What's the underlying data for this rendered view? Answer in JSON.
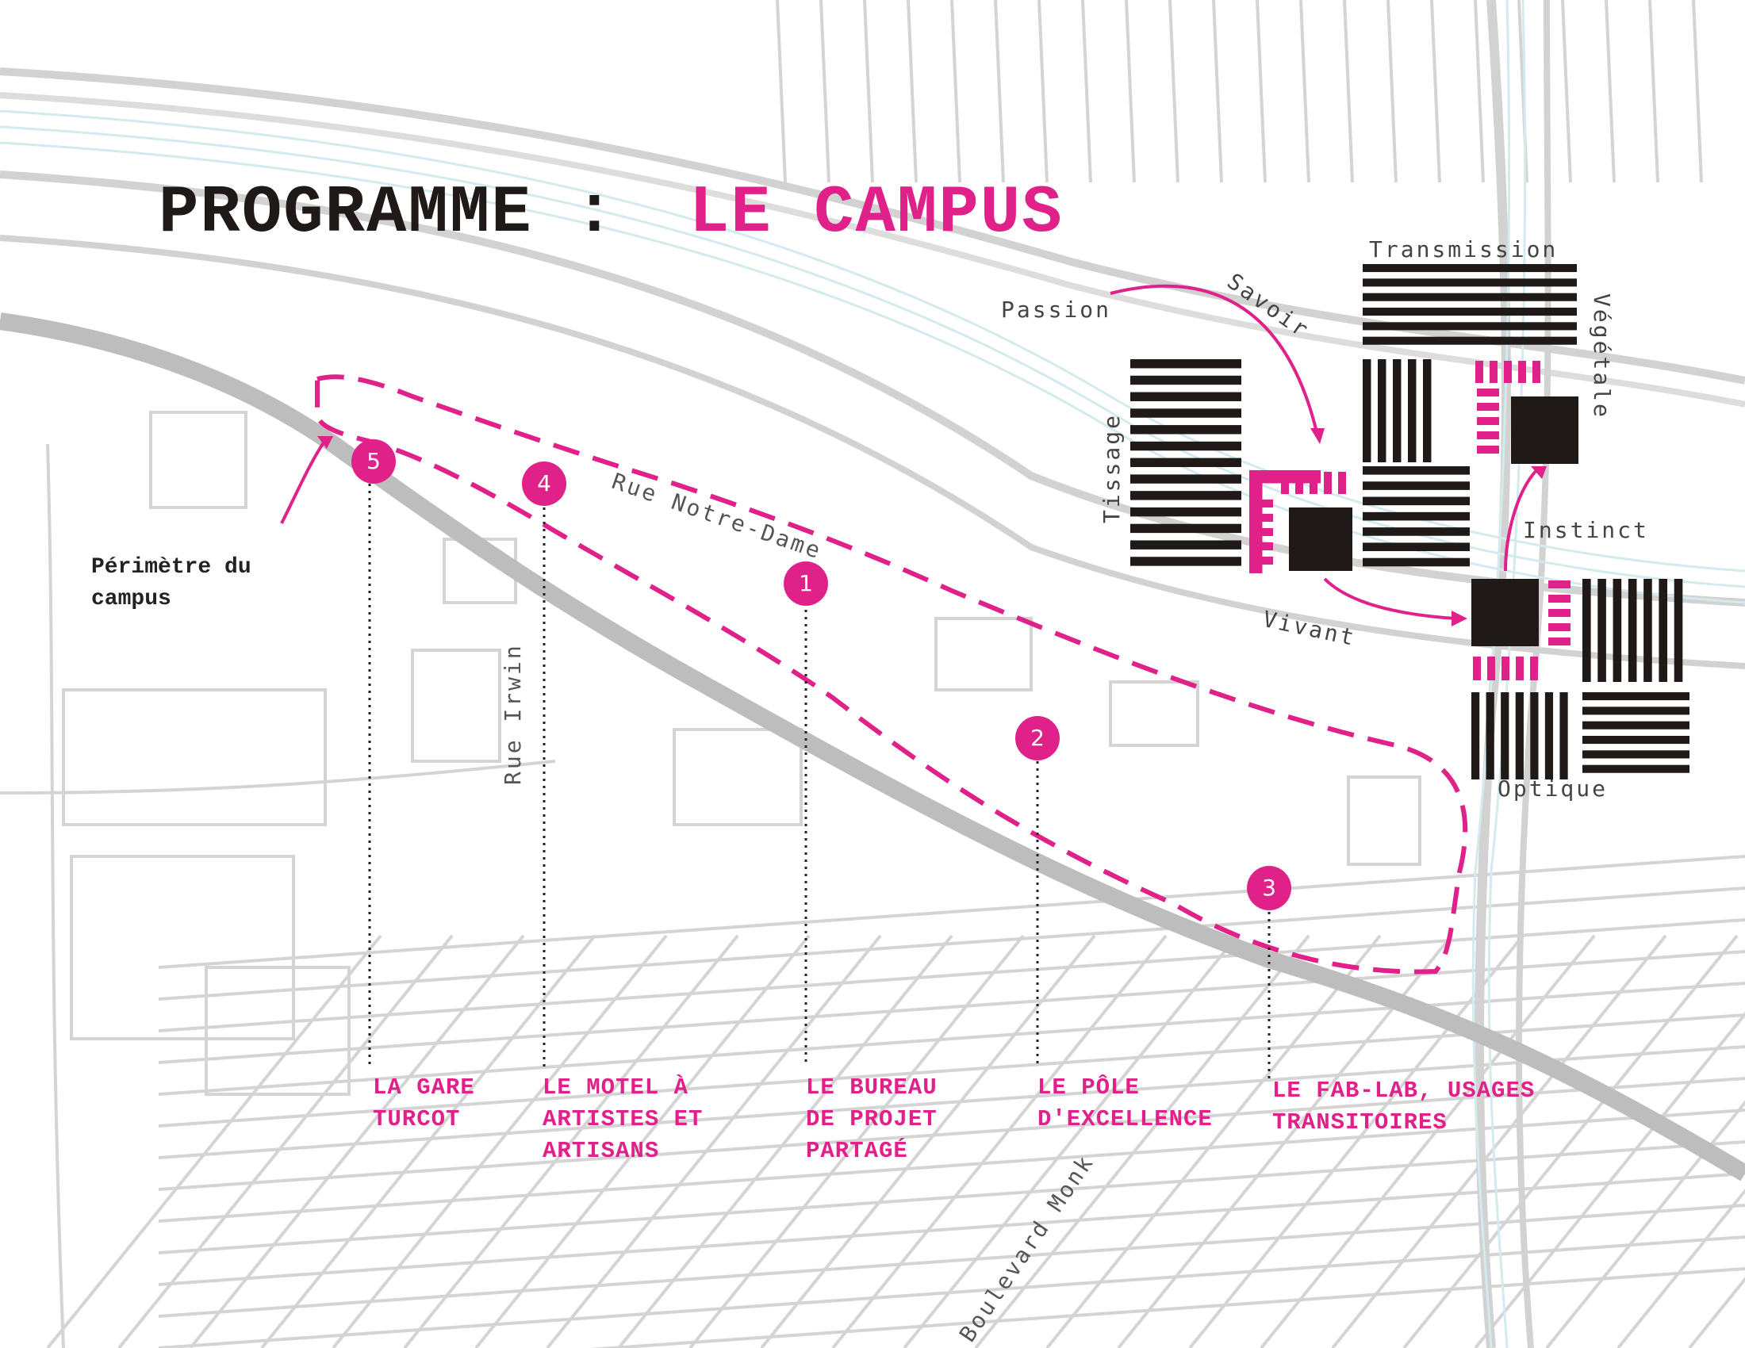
{
  "title": {
    "part1": "PROGRAMME :",
    "part2": "LE CAMPUS"
  },
  "streets": {
    "notre_dame": "Rue Notre-Dame",
    "irwin": "Rue Irwin",
    "monk": "Boulevard Monk"
  },
  "perimeter_label": {
    "line1": "Périmètre du",
    "line2": "campus"
  },
  "markers": [
    "1",
    "2",
    "3",
    "4",
    "5"
  ],
  "programmes": [
    {
      "id": "5",
      "line1": "LA GARE",
      "line2": "TURCOT",
      "line3": ""
    },
    {
      "id": "4",
      "line1": "LE MOTEL À",
      "line2": "ARTISTES ET",
      "line3": "ARTISANS"
    },
    {
      "id": "1",
      "line1": "LE BUREAU",
      "line2": "DE PROJET",
      "line3": "PARTAGÉ"
    },
    {
      "id": "2",
      "line1": "LE PÔLE",
      "line2": "D'EXCELLENCE",
      "line3": ""
    },
    {
      "id": "3",
      "line1": "LE FAB-LAB, USAGES",
      "line2": "TRANSITOIRES",
      "line3": ""
    }
  ],
  "concepts": {
    "passion": "Passion",
    "savoir": "Savoir",
    "transmission": "Transmission",
    "vegetale": "Végétale",
    "tissage": "Tissage",
    "instinct": "Instinct",
    "vivant": "Vivant",
    "optique": "Optique"
  },
  "colors": {
    "accent": "#e0218a",
    "ink": "#1f1a17",
    "map_lines": "#cfcfcf",
    "rail": "#d6ecef",
    "canal": "#bdbdbd"
  }
}
